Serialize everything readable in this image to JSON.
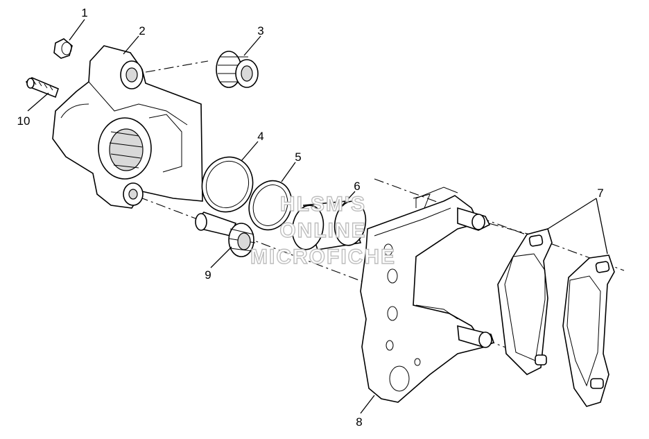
{
  "diagram": {
    "callouts": [
      {
        "id": "1",
        "label": "1"
      },
      {
        "id": "2",
        "label": "2"
      },
      {
        "id": "3",
        "label": "3"
      },
      {
        "id": "4",
        "label": "4"
      },
      {
        "id": "5",
        "label": "5"
      },
      {
        "id": "6",
        "label": "6"
      },
      {
        "id": "7",
        "label": "7"
      },
      {
        "id": "8",
        "label": "8"
      },
      {
        "id": "9",
        "label": "9"
      },
      {
        "id": "10",
        "label": "10"
      }
    ],
    "watermark": [
      "HLSM'S",
      "ONLINE",
      "MICROFICHE"
    ]
  }
}
